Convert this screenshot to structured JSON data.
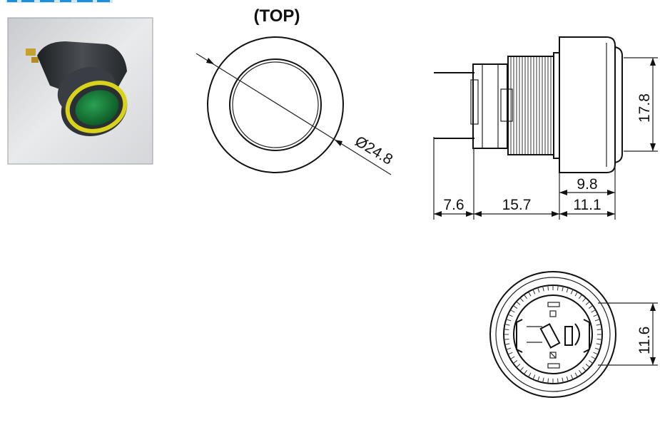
{
  "header": {
    "crumb_text": ""
  },
  "views": {
    "top": {
      "label": "(TOP)",
      "diameter_label": "Ø24.8"
    },
    "side": {
      "height_label": "17.8",
      "depth_inner_label": "9.8",
      "segment_labels": [
        "7.6",
        "15.7",
        "11.1"
      ]
    },
    "bottom": {
      "width_label": "11.6"
    }
  },
  "photo": {
    "ring_color": "#d8d21a",
    "lens_color": "#1a7a3a",
    "body_color": "#2e3135"
  }
}
